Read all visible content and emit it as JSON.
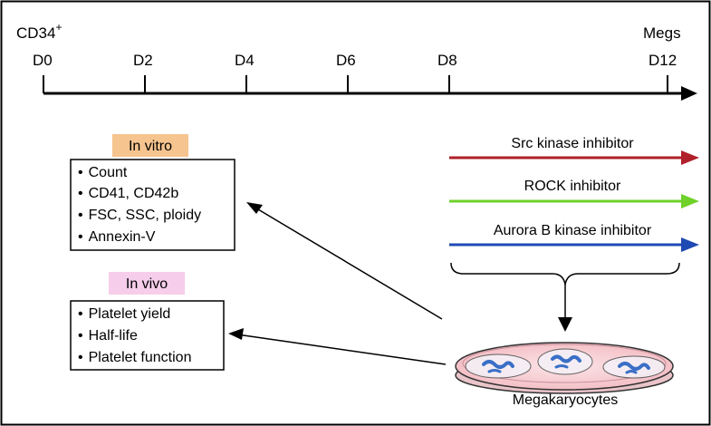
{
  "timeline": {
    "start_label": "CD34",
    "start_sup": "+",
    "end_label": "Megs",
    "ticks": [
      "D0",
      "D2",
      "D4",
      "D6",
      "D8",
      "D12"
    ]
  },
  "treatments": [
    {
      "label": "Src kinase inhibitor",
      "color": "#b0202a"
    },
    {
      "label": "ROCK inhibitor",
      "color": "#6fd12a"
    },
    {
      "label": "Aurora B kinase inhibitor",
      "color": "#1f49b3"
    }
  ],
  "in_vitro": {
    "tag": "In vitro",
    "tag_color": "#f6c48f",
    "items": [
      "Count",
      "CD41, CD42b",
      "FSC, SSC, ploidy",
      "Annexin-V"
    ]
  },
  "in_vivo": {
    "tag": "In vivo",
    "tag_color": "#f6cdea",
    "items": [
      "Platelet yield",
      "Half-life",
      "Platelet function"
    ]
  },
  "dish_label": "Megakaryocytes",
  "bullet": "•"
}
